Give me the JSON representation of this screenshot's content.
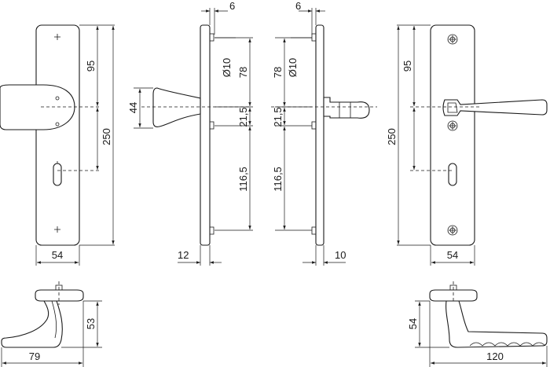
{
  "drawing": {
    "views": [
      {
        "id": "front-knob-plate",
        "labels": {
          "width": "54",
          "spacing": "95",
          "length": "250"
        }
      },
      {
        "id": "side-knob-plate",
        "labels": {
          "offset": "6",
          "hole": "Ø10",
          "upper": "78",
          "knob_height": "44",
          "middle": "21,5",
          "lower": "116,5",
          "thickness": "12"
        }
      },
      {
        "id": "side-lever-plate",
        "labels": {
          "offset": "6",
          "hole": "Ø10",
          "upper": "78",
          "middle": "21,5",
          "lower": "116,5",
          "thickness": "10"
        }
      },
      {
        "id": "front-lever-plate",
        "labels": {
          "spacing": "95",
          "length": "250",
          "width": "54"
        }
      },
      {
        "id": "top-knob",
        "labels": {
          "height": "53",
          "projection": "79"
        }
      },
      {
        "id": "top-lever",
        "labels": {
          "height": "54",
          "projection": "120"
        }
      }
    ]
  }
}
